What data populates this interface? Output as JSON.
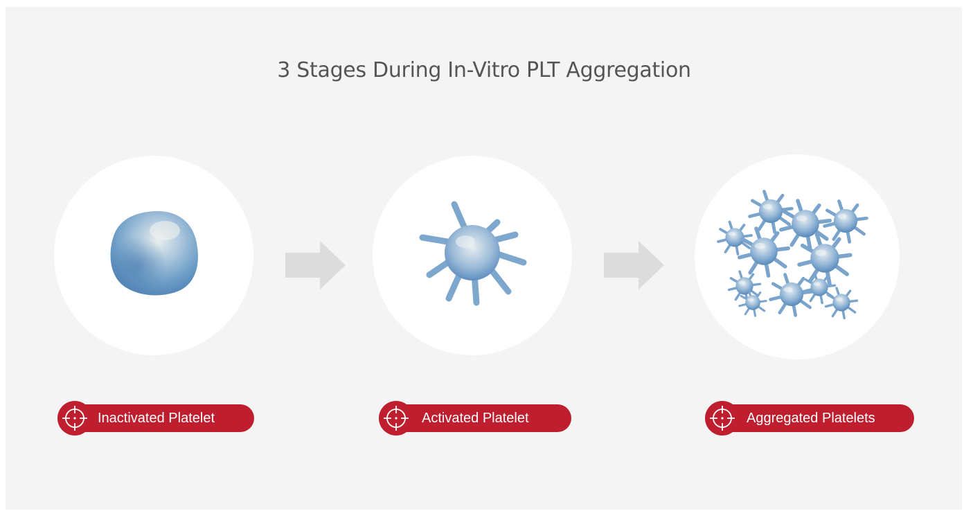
{
  "title": "3 Stages During In-Vitro PLT Aggregation",
  "stages": [
    {
      "label": "Inactivated Platelet",
      "icon": "target-icon",
      "image": "inactivated-platelet"
    },
    {
      "label": "Activated Platelet",
      "icon": "target-icon",
      "image": "activated-platelet"
    },
    {
      "label": "Aggregated Platelets",
      "icon": "target-icon",
      "image": "aggregated-platelets"
    }
  ],
  "colors": {
    "background": "#f4f4f4",
    "circle": "#ffffff",
    "arrow": "#dcdcdc",
    "label_bg": "#be1e2d",
    "label_text": "#ffffff",
    "title_text": "#555555",
    "platelet": "#8fb6d6"
  }
}
